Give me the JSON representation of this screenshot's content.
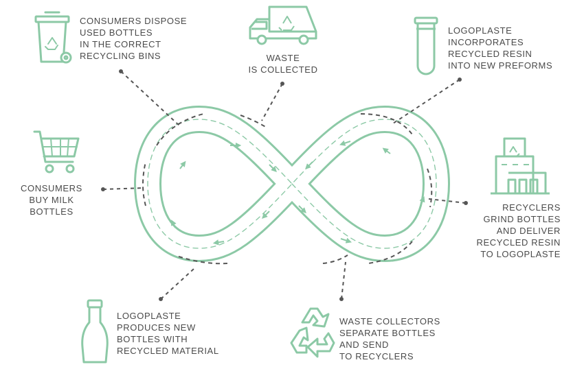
{
  "colors": {
    "accent": "#8cc9a6",
    "text": "#4a4a4a",
    "connector": "#555555"
  },
  "steps": [
    {
      "id": "dispose",
      "icon": "recycling-bin-icon",
      "lines": [
        "CONSUMERS DISPOSE",
        "USED BOTTLES",
        "IN THE CORRECT",
        "RECYCLING BINS"
      ]
    },
    {
      "id": "collected",
      "icon": "garbage-truck-icon",
      "lines": [
        "WASTE",
        "IS COLLECTED"
      ]
    },
    {
      "id": "preforms",
      "icon": "preform-tube-icon",
      "lines": [
        "LOGOPLASTE",
        "INCORPORATES",
        "RECYCLED RESIN",
        "INTO NEW PREFORMS"
      ]
    },
    {
      "id": "recyclers",
      "icon": "recycling-factory-icon",
      "lines": [
        "RECYCLERS",
        "GRIND BOTTLES",
        "AND DELIVER",
        "RECYCLED RESIN",
        "TO LOGOPLASTE"
      ]
    },
    {
      "id": "separate",
      "icon": "recycle-arrows-icon",
      "lines": [
        "WASTE COLLECTORS",
        "SEPARATE BOTTLES",
        "AND SEND",
        "TO RECYCLERS"
      ]
    },
    {
      "id": "produces",
      "icon": "milk-bottle-icon",
      "lines": [
        "LOGOPLASTE",
        "PRODUCES NEW",
        "BOTTLES WITH",
        "RECYCLED MATERIAL"
      ]
    },
    {
      "id": "buy",
      "icon": "shopping-cart-icon",
      "lines": [
        "CONSUMERS",
        "BUY MILK",
        "BOTTLES"
      ]
    }
  ]
}
